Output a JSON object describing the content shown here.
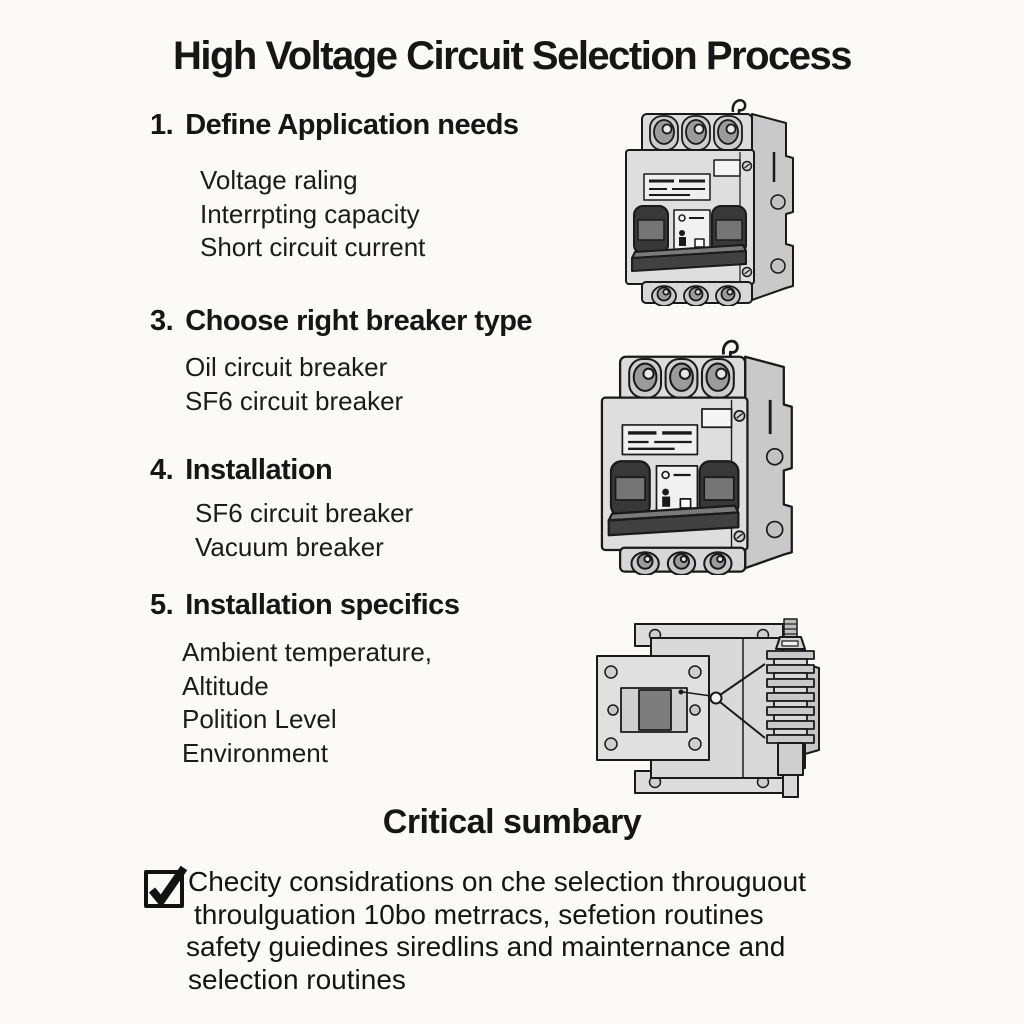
{
  "page": {
    "title": "High Voltage Circuit Selection Process",
    "background_color": "#fbfaf7",
    "text_color": "#161616"
  },
  "sections": [
    {
      "number": "1.",
      "heading": "Define Application needs",
      "items": [
        "Voltage raling",
        "Interrpting capacity",
        "Short circuit current"
      ]
    },
    {
      "number": "3.",
      "heading": "Choose right breaker type",
      "items": [
        "Oil circuit breaker",
        "SF6 circuit breaker"
      ]
    },
    {
      "number": "4.",
      "heading": "Installation",
      "items": [
        "SF6 circuit breaker",
        "Vacuum breaker"
      ]
    },
    {
      "number": "5.",
      "heading": "Installation specifics",
      "items": [
        "Ambient temperature,",
        "Altitude",
        "Polition Level",
        "Environment"
      ]
    }
  ],
  "summary": {
    "heading": "Critical sumbary",
    "checkbox_checked": true,
    "lines": [
      "Checity considrations on che selection througuout",
      "throulguation 10bo metrracs, sefetion routines",
      "safety guiedines siredlins and mainternance and",
      "selection routines"
    ]
  },
  "illustrations": {
    "breaker_top": "three-pole molded-case circuit breaker, 3/4 view",
    "breaker_middle": "three-pole molded-case circuit breaker, 3/4 view",
    "mechanism": "breaker operating mechanism with finned insulator bushing callout"
  },
  "art_colors": {
    "outline": "#1a1a1a",
    "body_light": "#dedede",
    "body_mid": "#c9c9c9",
    "hole_gray": "#9b9b9b",
    "dark_part": "#3c3c3c",
    "insert_gray": "#7d7d7d"
  }
}
